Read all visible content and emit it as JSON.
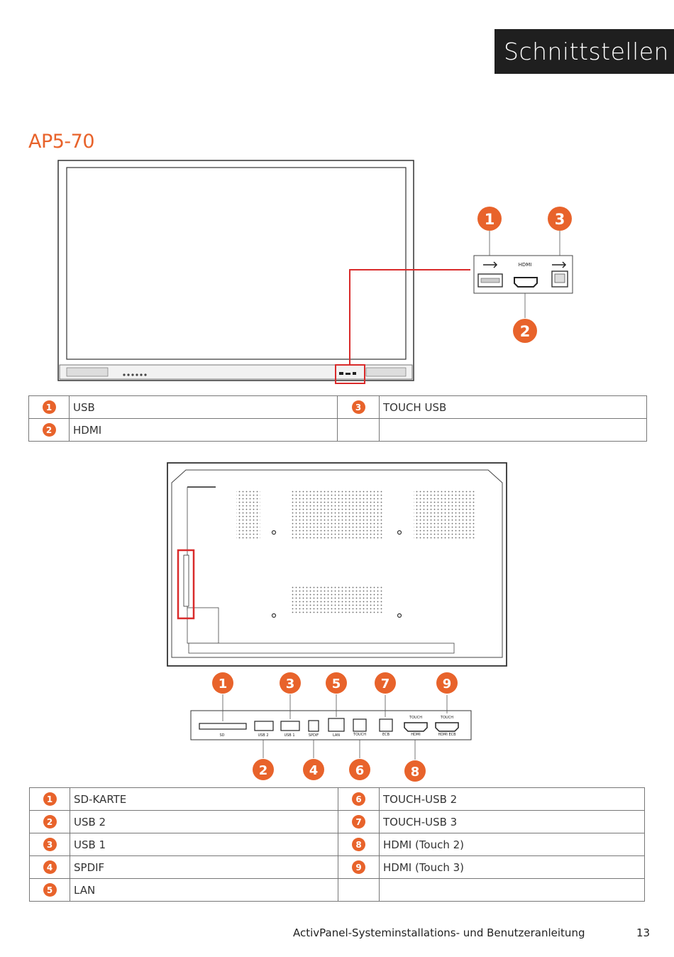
{
  "header": {
    "title": "Schnittstellen"
  },
  "model": "AP5-70",
  "front_panel": {
    "labels": {
      "hdmi": "HDMI"
    },
    "callouts": [
      "1",
      "2",
      "3"
    ]
  },
  "legend1": {
    "rows": [
      {
        "n1": "1",
        "t1": "USB",
        "n2": "3",
        "t2": "TOUCH USB"
      },
      {
        "n1": "2",
        "t1": "HDMI",
        "n2": "",
        "t2": ""
      }
    ]
  },
  "rear_panel": {
    "labels": {
      "sd": "SD",
      "usb2": "USB 2",
      "usb1": "USB 1",
      "spdif": "SPDIF",
      "lan": "LAN",
      "touch": "TOUCH",
      "ecb": "ECB",
      "hdmi": "HDMI",
      "touch1": "TOUCH",
      "touch2": "TOUCH",
      "hdmiecb": "HDMI ECB"
    },
    "callouts": [
      "1",
      "2",
      "3",
      "4",
      "5",
      "6",
      "7",
      "8",
      "9"
    ]
  },
  "legend2": {
    "rows": [
      {
        "n1": "1",
        "t1": "SD-KARTE",
        "n2": "6",
        "t2": "TOUCH-USB 2"
      },
      {
        "n1": "2",
        "t1": "USB 2",
        "n2": "7",
        "t2": "TOUCH-USB 3"
      },
      {
        "n1": "3",
        "t1": "USB 1",
        "n2": "8",
        "t2": "HDMI (Touch 2)"
      },
      {
        "n1": "4",
        "t1": "SPDIF",
        "n2": "9",
        "t2": "HDMI (Touch 3)"
      },
      {
        "n1": "5",
        "t1": "LAN",
        "n2": "",
        "t2": ""
      }
    ]
  },
  "footer": {
    "text": "ActivPanel-Systeminstallations- und Benutzeranleitung",
    "page": "13"
  },
  "colors": {
    "accent": "#e8632b",
    "highlight": "#d92b2b",
    "header_bg": "#1f1f1f"
  }
}
